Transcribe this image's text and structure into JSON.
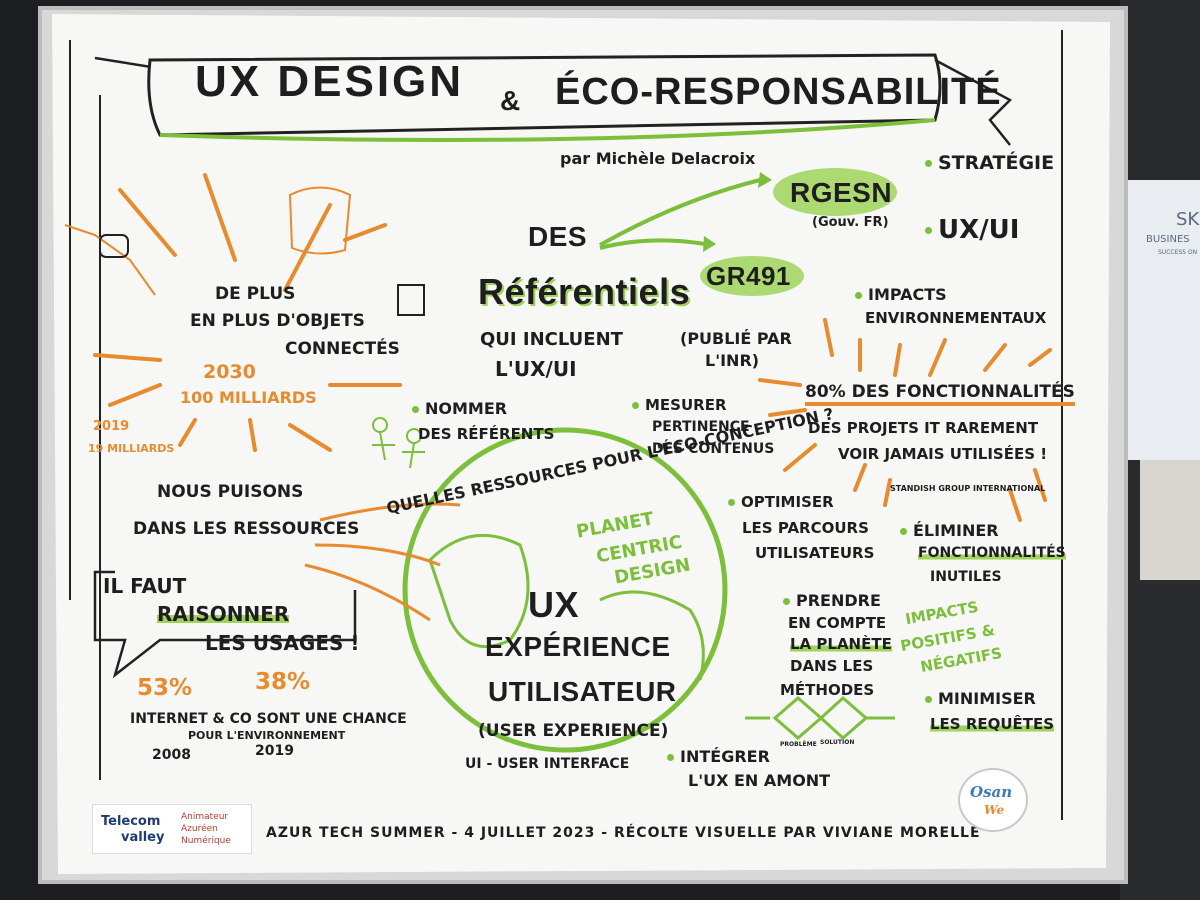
{
  "poster": {
    "title_left": "UX DESIGN",
    "title_amp": "&",
    "title_right": "ÉCO-RESPONSABILITÉ",
    "author": "par Michèle Delacroix",
    "referentiels": {
      "des": "DES",
      "referentiels": "Référentiels",
      "qui_incluent": "QUI INCLUENT",
      "uxui": "L'UX/UI",
      "rgesn": "RGESN",
      "gouv": "(Gouv. FR)",
      "gr491": "GR491",
      "publie": "(PUBLIÉ PAR",
      "inr": "L'INR)"
    },
    "right_bullets": {
      "strategie": "STRATÉGIE",
      "uxui": "UX/UI",
      "impacts_line1": "IMPACTS",
      "impacts_line2": "ENVIRONNEMENTAUX"
    },
    "objets": {
      "line1": "DE PLUS",
      "line2": "EN PLUS D'OBJETS",
      "line3": "CONNECTÉS",
      "year_2030": "2030",
      "milliards_100": "100 MILLIARDS",
      "year_2019": "2019",
      "milliards_19": "19 MILLIARDS"
    },
    "fonctionnalites": {
      "line1": "80% DES FONCTIONNALITÉS",
      "line2": "DES PROJETS IT RAREMENT",
      "line3": "VOIR JAMAIS UTILISÉES !",
      "source": "STANDISH GROUP INTERNATIONAL"
    },
    "nommer": {
      "line1": "NOMMER",
      "line2": "DES RÉFÉRENTS"
    },
    "mesurer": {
      "line1": "MESURER",
      "line2": "PERTINENCE",
      "line3": "DES CONTENUS"
    },
    "arc_text": "QUELLES RESSOURCES POUR L'ÉCO-CONCEPTION ?",
    "puisons": {
      "line1": "NOUS PUISONS",
      "line2": "DANS LES RESSOURCES"
    },
    "raisonner": {
      "line1": "IL FAUT",
      "line2": "RAISONNER",
      "line3": "LES USAGES !"
    },
    "stats": {
      "pct_53": "53%",
      "pct_38": "38%",
      "internet": "INTERNET & CO SONT UNE CHANCE",
      "environnement": "POUR L'ENVIRONNEMENT",
      "year_2008": "2008",
      "year_2019": "2019"
    },
    "globe": {
      "planet": "PLANET",
      "centric": "CENTRIC",
      "design": "DESIGN",
      "ux": "UX",
      "experience": "EXPÉRIENCE",
      "utilisateur": "UTILISATEUR",
      "user_exp": "(USER EXPERIENCE)",
      "ui": "UI - USER INTERFACE"
    },
    "optimiser": {
      "line1": "OPTIMISER",
      "line2": "LES PARCOURS",
      "line3": "UTILISATEURS"
    },
    "eliminer": {
      "line1": "ÉLIMINER",
      "line2": "FONCTIONNALITÉS",
      "line3": "INUTILES"
    },
    "prendre": {
      "line1": "PRENDRE",
      "line2": "EN COMPTE",
      "line3": "LA PLANÈTE",
      "line4": "DANS LES",
      "line5": "MÉTHODES"
    },
    "impacts_pn": {
      "line1": "IMPACTS",
      "line2": "POSITIFS &",
      "line3": "NÉGATIFS"
    },
    "diamond": {
      "probleme": "PROBLÈME",
      "solution": "SOLUTION"
    },
    "minimiser": {
      "line1": "MINIMISER",
      "line2": "LES REQUÊTES"
    },
    "integrer": {
      "line1": "INTÉGRER",
      "line2": "L'UX EN AMONT"
    },
    "footer": "AZUR TECH SUMMER - 4 JUILLET 2023 - RÉCOLTE VISUELLE PAR VIVIANE MORELLE",
    "logo": {
      "name1": "Telecom",
      "name2": "valley",
      "sub1": "Animateur",
      "sub2": "Azuréen",
      "sub3": "Numérique"
    },
    "osan": {
      "line1": "Osan",
      "line2": "We"
    },
    "background_sign": {
      "sk": "SK",
      "business": "BUSINES",
      "success": "SUCCESS ON"
    }
  },
  "colors": {
    "green": "#7bbf3a",
    "orange": "#e88a2e",
    "ink": "#1e1e1e",
    "paper": "#f7f7f5",
    "wall": "#1c1e22"
  }
}
